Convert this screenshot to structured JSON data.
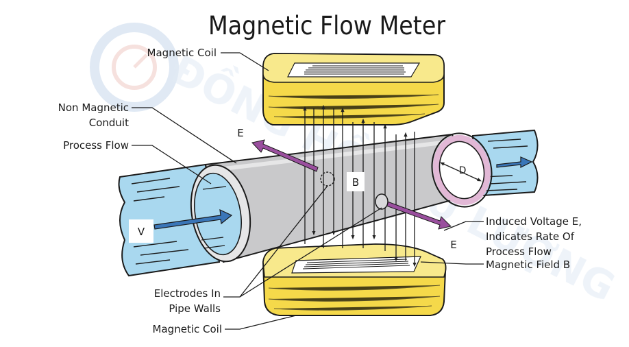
{
  "title": "Magnetic Flow Meter",
  "watermark": "ĐỒNG HỒ LƯU LƯỢNG",
  "labels": {
    "magnetic_coil_top": "Magnetic Coil",
    "non_magnetic_conduit_1": "Non Magnetic",
    "non_magnetic_conduit_2": "Conduit",
    "process_flow": "Process Flow",
    "electrodes_1": "Electrodes In",
    "electrodes_2": "Pipe Walls",
    "magnetic_coil_bottom": "Magnetic Coil",
    "induced_voltage_1": "Induced Voltage E,",
    "induced_voltage_2": "Indicates Rate Of",
    "induced_voltage_3": "Process Flow",
    "magnetic_field": "Magnetic Field B"
  },
  "symbols": {
    "velocity": "V",
    "field": "B",
    "diameter": "D",
    "voltage_left": "E",
    "voltage_right": "E"
  },
  "colors": {
    "coil_yellow": "#f5d94a",
    "water_blue": "#a9d8ef",
    "pipe_grey": "#c9c9cb",
    "arrow_blue": "#3a76b8",
    "arrow_purple": "#9a4f9e",
    "ring_pink": "#e2b8d6"
  }
}
